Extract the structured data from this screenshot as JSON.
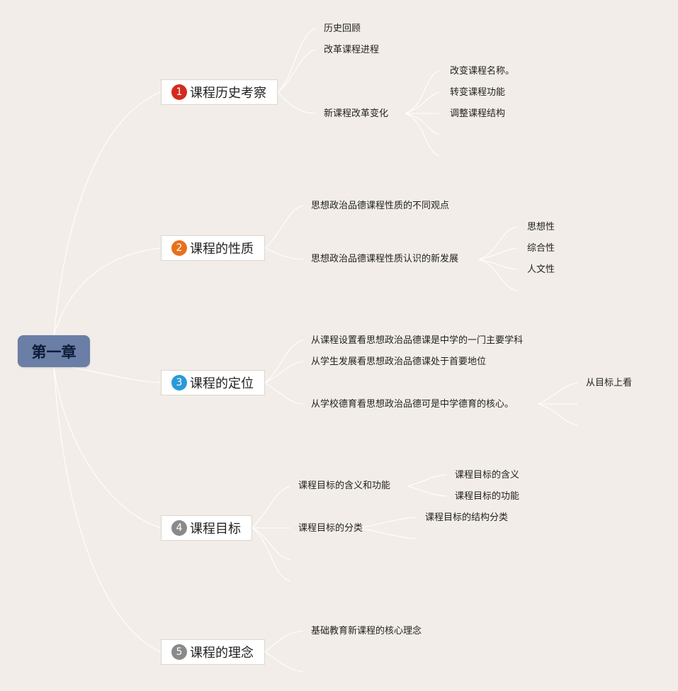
{
  "root": {
    "label": "第一章",
    "color": "#6a7ea6"
  },
  "branches": [
    {
      "num": "1",
      "badge_color": "#d42b1e",
      "label": "课程历史考察",
      "children": [
        {
          "label": "历史回顾"
        },
        {
          "label": "改革课程进程"
        },
        {
          "label": "新课程改革变化",
          "children": [
            "改变课程名称。",
            "转变课程功能",
            "调整课程结构"
          ]
        }
      ]
    },
    {
      "num": "2",
      "badge_color": "#e8711e",
      "label": "课程的性质",
      "children": [
        {
          "label": "思想政治品德课程性质的不同观点"
        },
        {
          "label": "思想政治品德课程性质认识的新发展",
          "children": [
            "思想性",
            "综合性",
            "人文性"
          ]
        }
      ]
    },
    {
      "num": "3",
      "badge_color": "#2a9ad8",
      "label": "课程的定位",
      "children": [
        {
          "label": "从课程设置看思想政治品德课是中学的一门主要学科"
        },
        {
          "label": "从学生发展看思想政治品德课处于首要地位"
        },
        {
          "label": "从学校德育看思想政治品德可是中学德育的核心。",
          "children": [
            "从目标上看"
          ]
        }
      ]
    },
    {
      "num": "4",
      "badge_color": "#8a8a8a",
      "label": "课程目标",
      "children": [
        {
          "label": "课程目标的含义和功能",
          "children": [
            "课程目标的含义",
            "课程目标的功能"
          ]
        },
        {
          "label": "课程目标的分类",
          "children": [
            "课程目标的结构分类"
          ]
        }
      ]
    },
    {
      "num": "5",
      "badge_color": "#8a8a8a",
      "label": "课程的理念",
      "children": [
        {
          "label": "基础教育新课程的核心理念"
        }
      ]
    }
  ]
}
